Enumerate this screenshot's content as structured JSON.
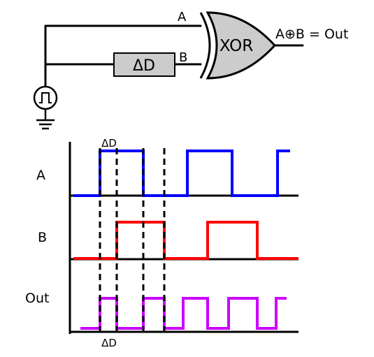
{
  "circuit": {
    "input_a_label": "A",
    "input_b_label": "B",
    "delay_label": "ΔD",
    "gate_label": "XOR",
    "output_equation": "A⊕B = Out",
    "source": "pulse-generator-icon",
    "ground": "ground-icon"
  },
  "timing": {
    "delay_top_label": "ΔD",
    "delay_bottom_label": "ΔD",
    "row_labels": {
      "a": "A",
      "b": "B",
      "out": "Out"
    },
    "colors": {
      "a": "#0000ff",
      "b": "#ff0000",
      "out": "#cc00ff",
      "axis": "#000000"
    }
  }
}
